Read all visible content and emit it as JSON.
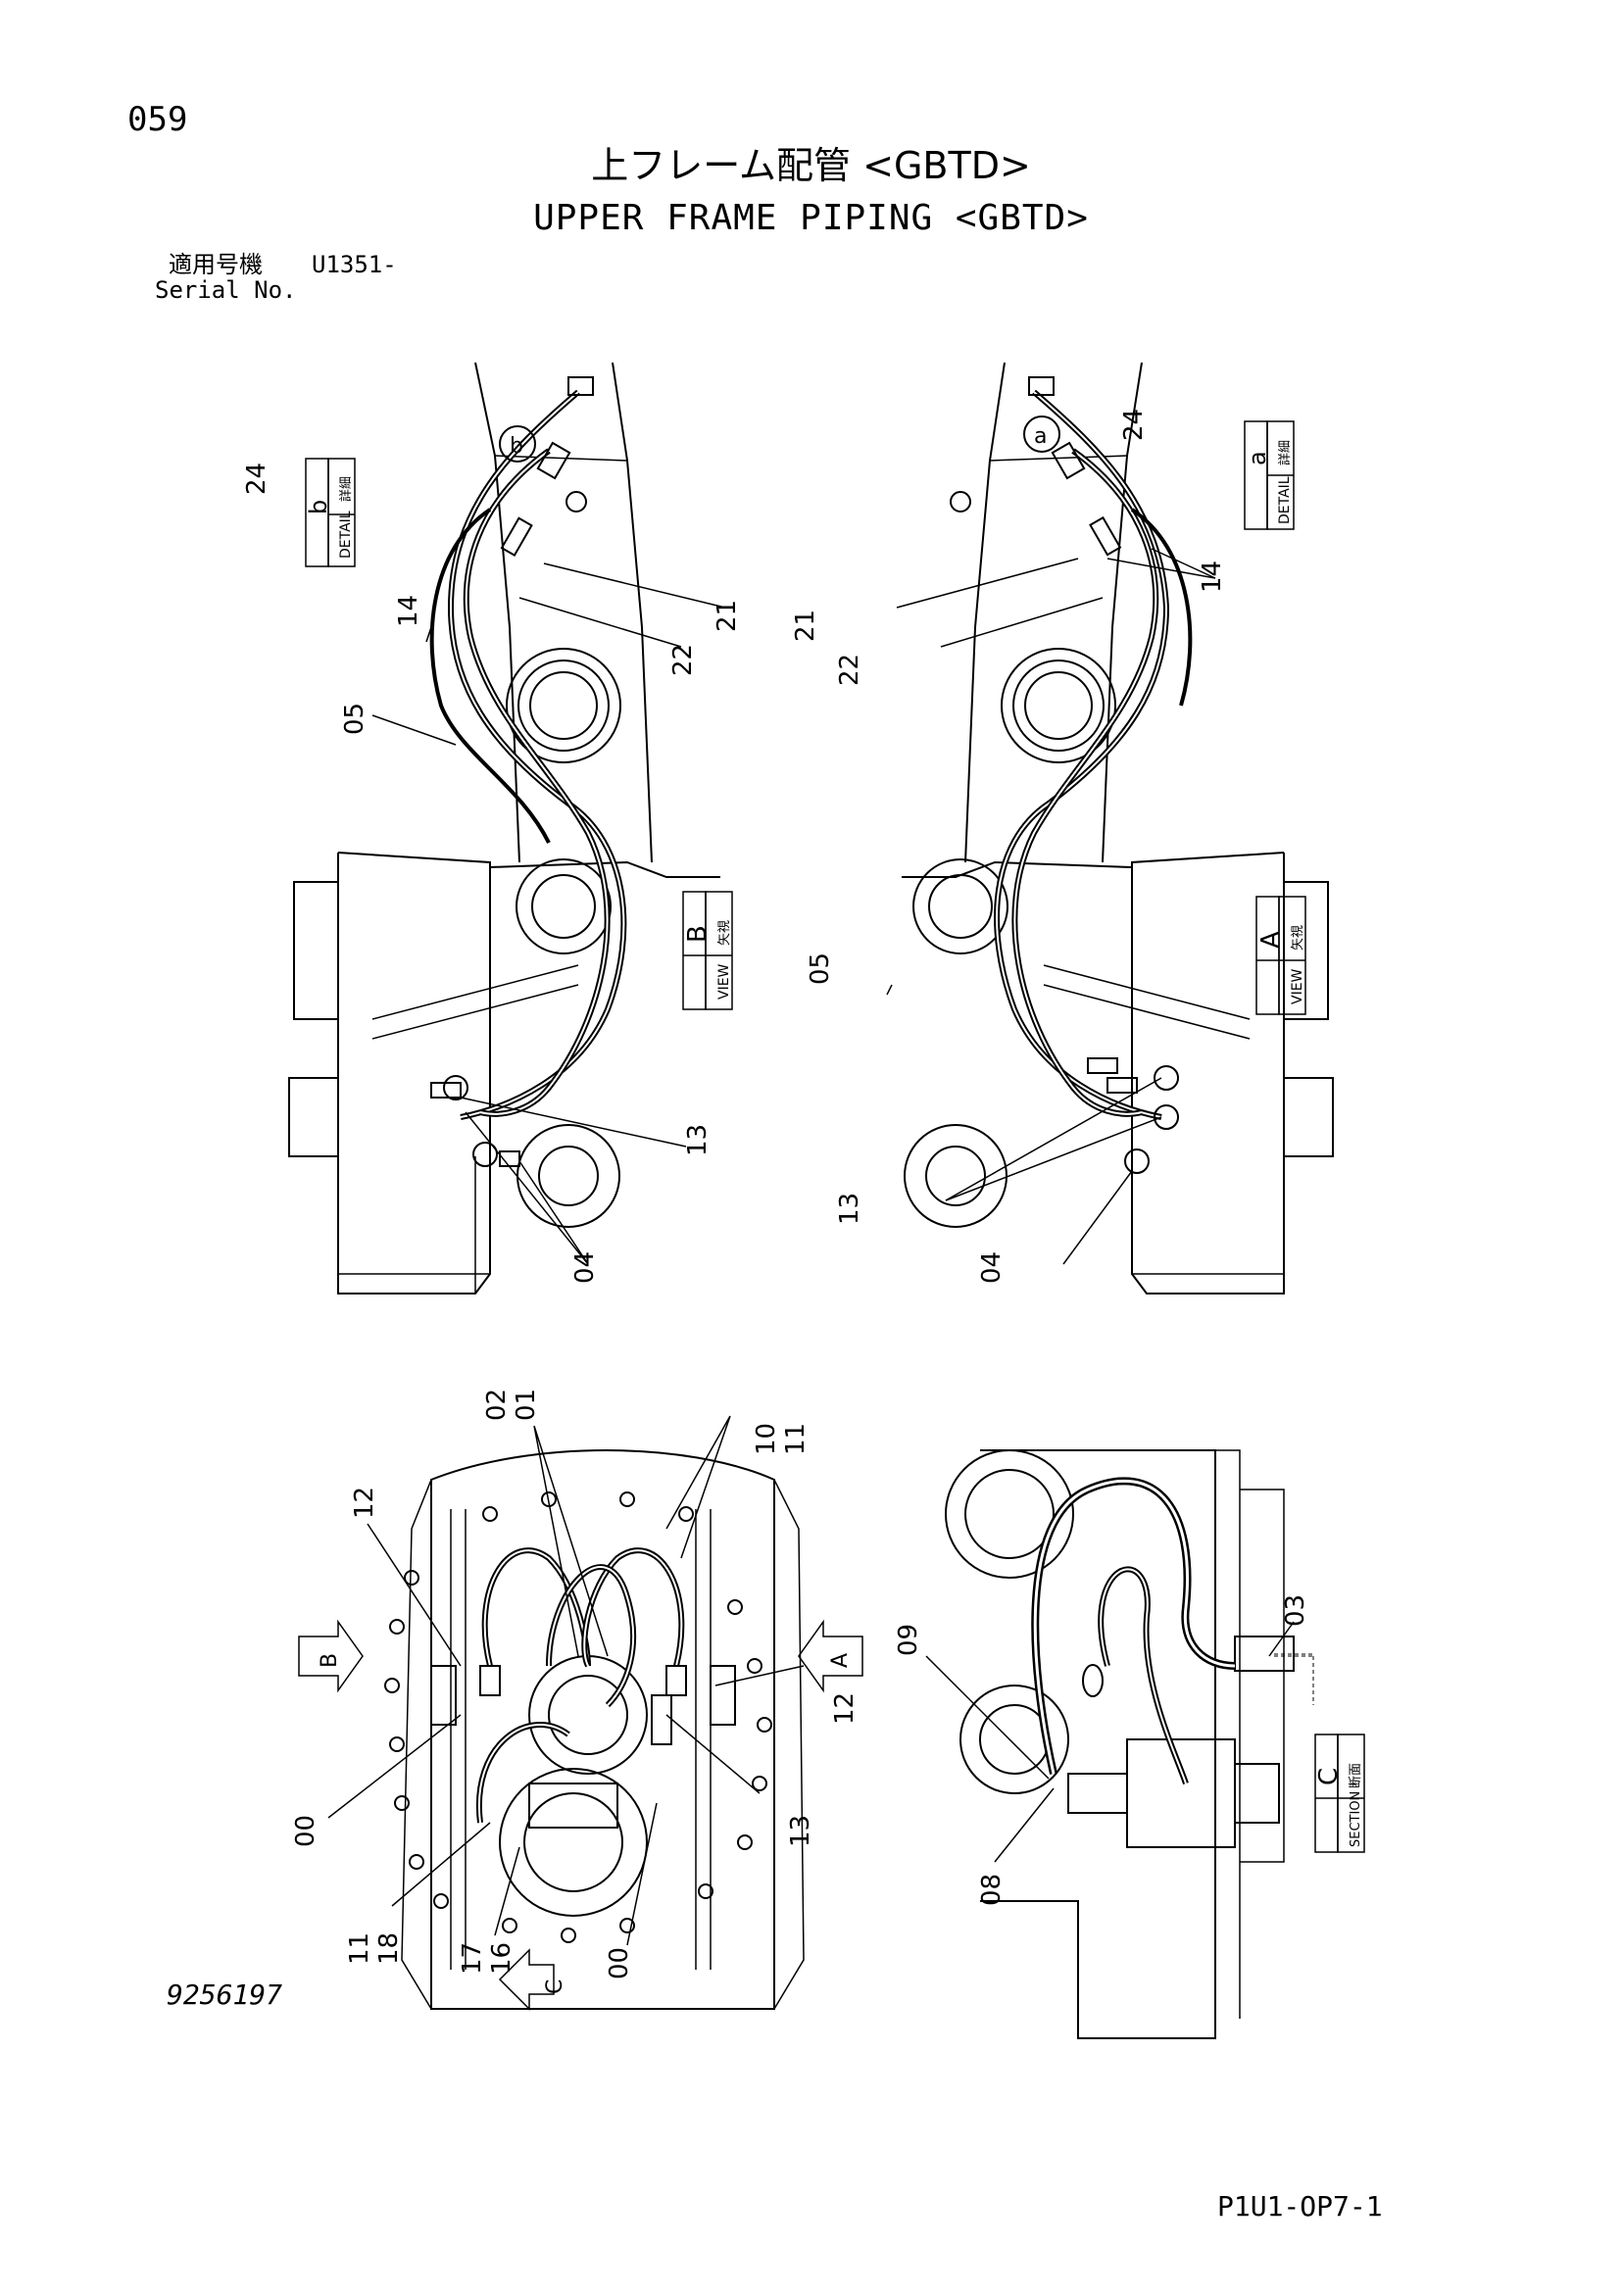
{
  "header": {
    "page_number": "059",
    "title_jp": "上フレーム配管 <GBTD>",
    "title_en": "UPPER FRAME PIPING <GBTD>",
    "serial_label_jp": "適用号機",
    "serial_value": "U1351-",
    "serial_label_en": "Serial No."
  },
  "views": {
    "view_b": {
      "jp": "矢視",
      "en": "VIEW",
      "letter": "B"
    },
    "view_a": {
      "jp": "矢視",
      "en": "VIEW",
      "letter": "A"
    },
    "detail_b": {
      "jp": "詳細",
      "en": "DETAIL",
      "letter": "b"
    },
    "detail_a": {
      "jp": "詳細",
      "en": "DETAIL",
      "letter": "a"
    },
    "section_c": {
      "jp": "断面",
      "en": "SECTION",
      "letter": "C"
    }
  },
  "markers": {
    "a": "a",
    "b": "b",
    "arrow_a": "A",
    "arrow_b": "B",
    "arrow_c": "C"
  },
  "part_callouts": {
    "left_top": [
      "24",
      "14",
      "05",
      "21",
      "22",
      "13",
      "04"
    ],
    "right_top": [
      "24",
      "14",
      "21",
      "22",
      "05",
      "13",
      "04"
    ],
    "bottom_left": [
      "02",
      "01",
      "10",
      "11",
      "12",
      "12",
      "13",
      "00",
      "00",
      "11",
      "18",
      "17",
      "16"
    ],
    "bottom_right": [
      "03",
      "09",
      "08"
    ]
  },
  "footer": {
    "drawing_number": "9256197",
    "sheet_id": "P1U1-OP7-1"
  }
}
